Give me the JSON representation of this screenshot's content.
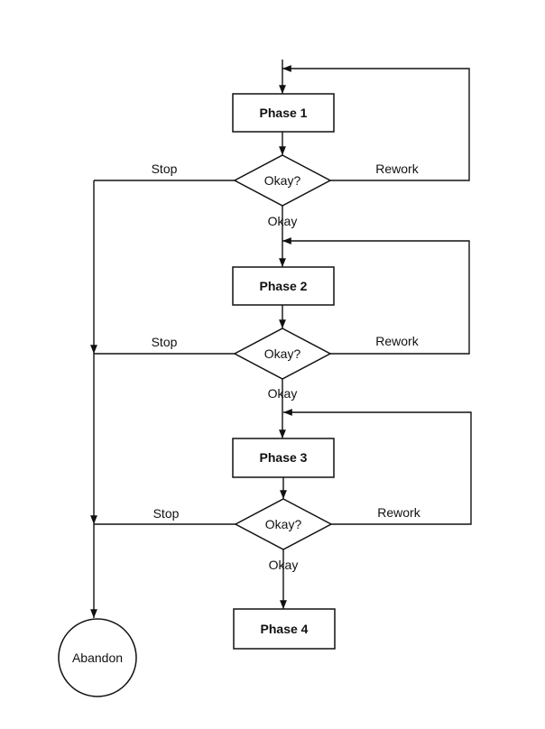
{
  "phases": [
    {
      "label": "Phase 1"
    },
    {
      "label": "Phase 2"
    },
    {
      "label": "Phase 3"
    },
    {
      "label": "Phase 4"
    }
  ],
  "decisions": [
    {
      "label": "Okay?",
      "stop_label": "Stop",
      "rework_label": "Rework",
      "okay_label": "Okay"
    },
    {
      "label": "Okay?",
      "stop_label": "Stop",
      "rework_label": "Rework",
      "okay_label": "Okay"
    },
    {
      "label": "Okay?",
      "stop_label": "Stop",
      "rework_label": "Rework",
      "okay_label": "Okay"
    }
  ],
  "terminal": {
    "label": "Abandon"
  }
}
